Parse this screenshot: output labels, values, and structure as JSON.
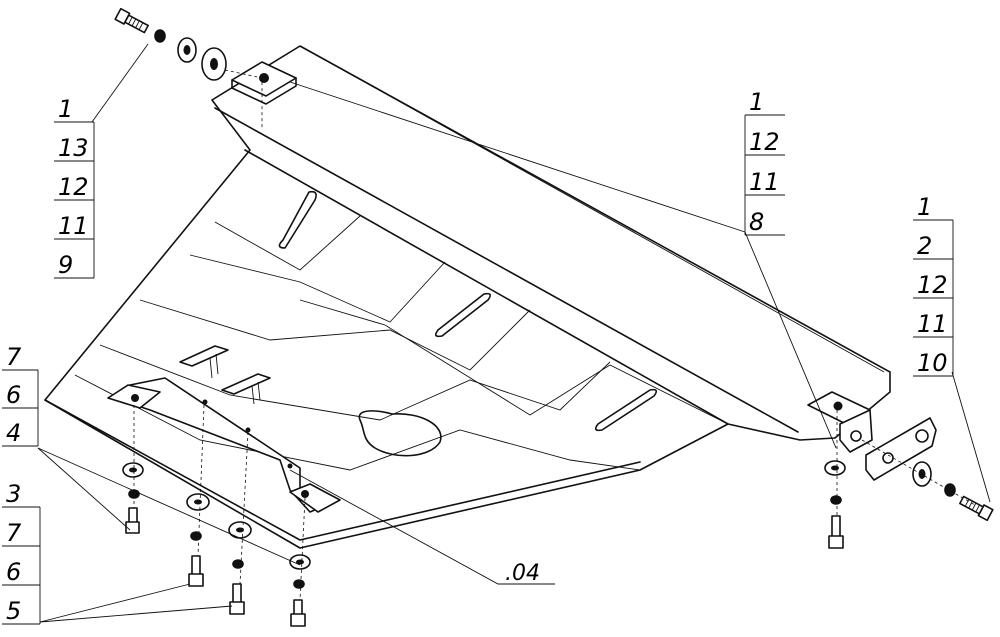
{
  "callouts": {
    "top_left": [
      "1",
      "13",
      "12",
      "11",
      "9"
    ],
    "top_middle": [
      "1",
      "12",
      "11",
      "8"
    ],
    "right": [
      "1",
      "2",
      "12",
      "11",
      "10"
    ],
    "left_upper": [
      "7",
      "6",
      "4"
    ],
    "left_lower": [
      "3",
      "7",
      "6",
      "5"
    ],
    "assembly": ".04"
  },
  "icons": {
    "bolt": "hex-bolt-icon",
    "nut": "nut-icon",
    "washer": "washer-icon"
  }
}
